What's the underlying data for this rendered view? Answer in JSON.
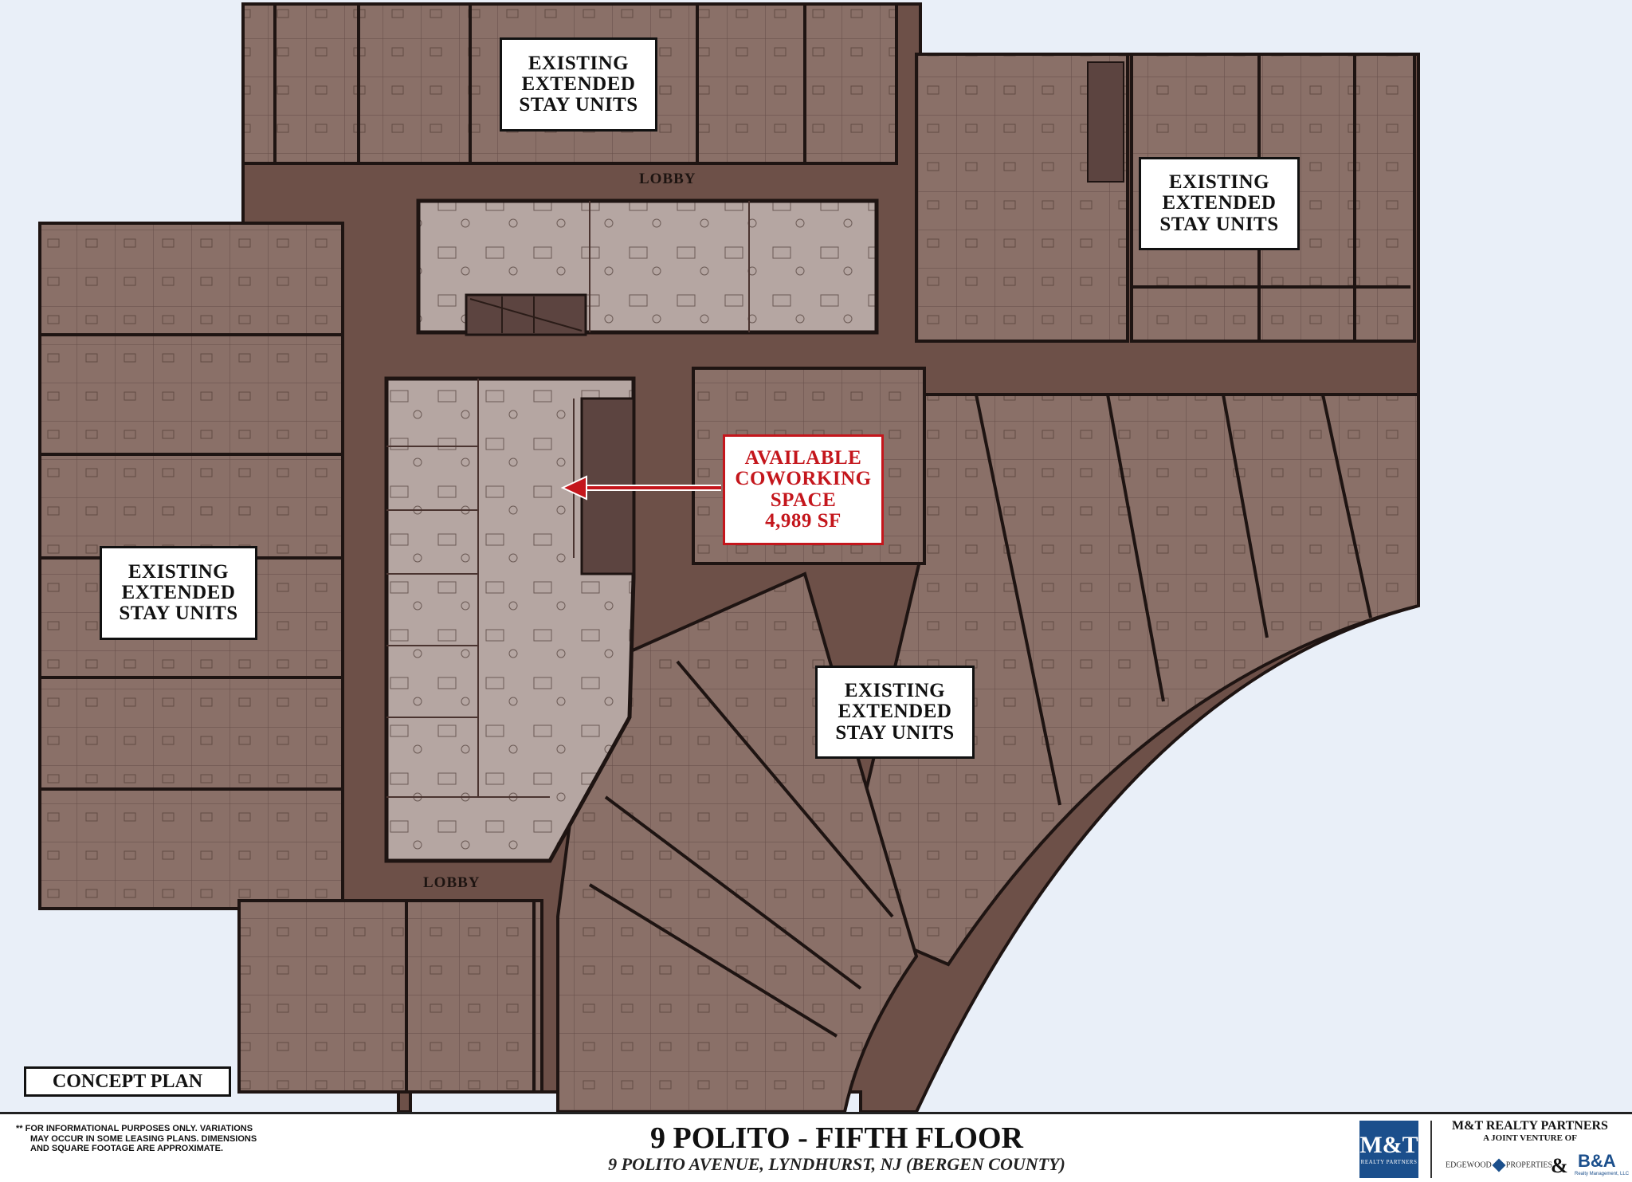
{
  "labels": {
    "unit_label_lines": [
      "EXISTING",
      "EXTENDED",
      "STAY UNITS"
    ],
    "available_lines": [
      "AVAILABLE",
      "COWORKING",
      "SPACE",
      "4,989 SF"
    ],
    "lobby": "LOBBY",
    "concept_plan": "CONCEPT PLAN"
  },
  "footer": {
    "disclaimer_lines": [
      "** FOR INFORMATIONAL PURPOSES ONLY.  VARIATIONS",
      "MAY OCCUR IN SOME LEASING PLANS.  DIMENSIONS",
      "AND SQUARE FOOTAGE ARE APPROXIMATE."
    ],
    "title": "9 POLITO - FIFTH FLOOR",
    "subtitle": "9 POLITO AVENUE, LYNDHURST, NJ (BERGEN COUNTY)",
    "logo_mark": "M&T",
    "logo_small": "REALTY PARTNERS",
    "partner_name": "M&T REALTY PARTNERS",
    "partner_sub": "A JOINT VENTURE OF",
    "edgewood_left": "EDGEWOOD",
    "edgewood_right": "PROPERTIES",
    "amp": "&",
    "ba": "B&A",
    "ba_sub": "Realty Management, LLC"
  },
  "colors": {
    "background": "#e9eff8",
    "units": "#8a7068",
    "corridor": "#6d5048",
    "walls": "#1e1412",
    "coworking": "#b5a6a2",
    "coworking_upper": "#b9aca8",
    "highlight_red": "#c4161c",
    "logo_blue": "#1b4f8c"
  }
}
